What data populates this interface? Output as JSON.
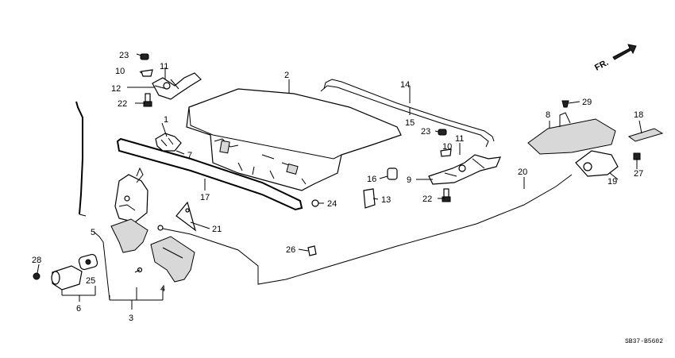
{
  "diagram": {
    "direction_label": "FR.",
    "drawing_code": "SB37-B5602",
    "callouts": [
      "1",
      "2",
      "3",
      "4",
      "5",
      "6",
      "7",
      "8",
      "9",
      "10",
      "10",
      "11",
      "11",
      "12",
      "13",
      "14",
      "15",
      "16",
      "17",
      "18",
      "19",
      "20",
      "21",
      "22",
      "22",
      "23",
      "23",
      "24",
      "25",
      "26",
      "27",
      "28",
      "29"
    ]
  }
}
